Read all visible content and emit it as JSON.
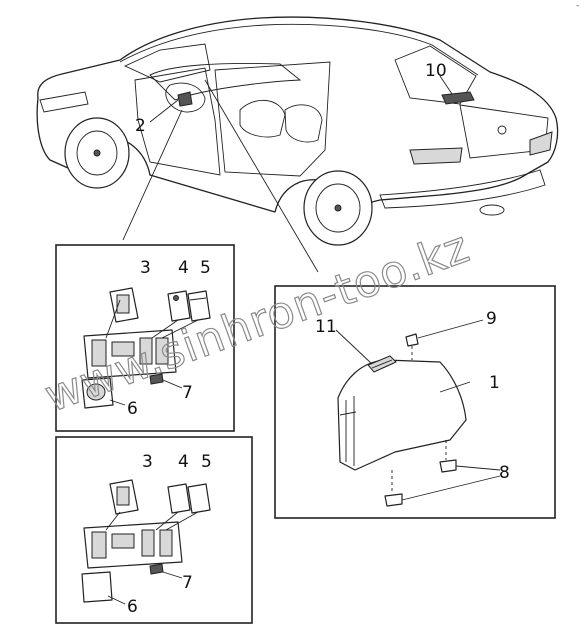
{
  "callouts": {
    "c1": "1",
    "c2": "2",
    "c3a": "3",
    "c4a": "4",
    "c5a": "5",
    "c6a": "6",
    "c7a": "7",
    "c3b": "3",
    "c4b": "4",
    "c5b": "5",
    "c6b": "6",
    "c7b": "7",
    "c8": "8",
    "c9": "9",
    "c10": "10",
    "c11": "11"
  },
  "watermark": "www.sinhron-too.kz",
  "corner_mark": "-"
}
